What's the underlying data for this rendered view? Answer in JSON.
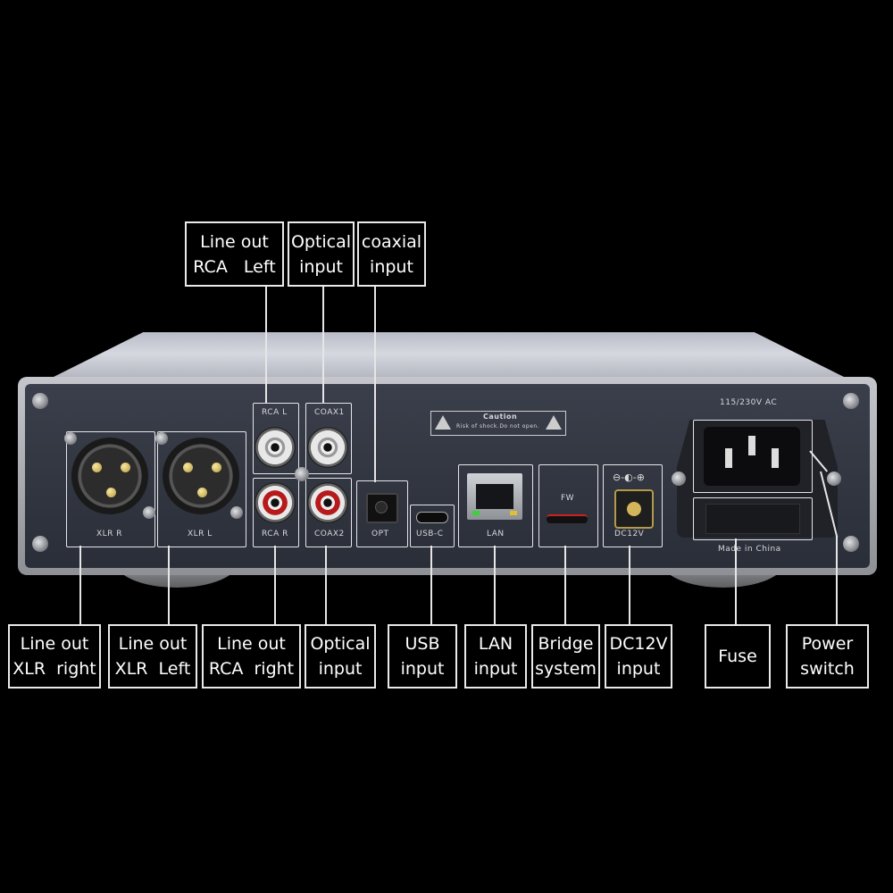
{
  "panel_silkscreen": {
    "xlr_r": "XLR R",
    "xlr_l": "XLR L",
    "rca_l": "RCA L",
    "rca_r": "RCA R",
    "coax1": "COAX1",
    "coax2": "COAX2",
    "opt": "OPT",
    "usbc": "USB-C",
    "lan": "LAN",
    "fw": "FW",
    "dc12v": "DC12V",
    "voltage": "115/230V AC",
    "made_in": "Made in China",
    "caution_title": "Caution",
    "caution_text": "Risk of shock.Do not open."
  },
  "top_labels": [
    {
      "text": "Line out\nRCA   Left"
    },
    {
      "text": "Optical\ninput"
    },
    {
      "text": "coaxial\ninput"
    }
  ],
  "bottom_labels": [
    {
      "text": "Line out\nXLR  right"
    },
    {
      "text": "Line out\nXLR  Left"
    },
    {
      "text": "Line out\nRCA  right"
    },
    {
      "text": "Optical\ninput"
    },
    {
      "text": "USB\ninput"
    },
    {
      "text": "LAN\ninput"
    },
    {
      "text": "Bridge\nsystem"
    },
    {
      "text": "DC12V\ninput"
    },
    {
      "text": "Fuse"
    },
    {
      "text": "Power\nswitch"
    }
  ],
  "colors": {
    "background": "#000000",
    "panel": "#30343f",
    "label_border": "#eaeaea"
  }
}
